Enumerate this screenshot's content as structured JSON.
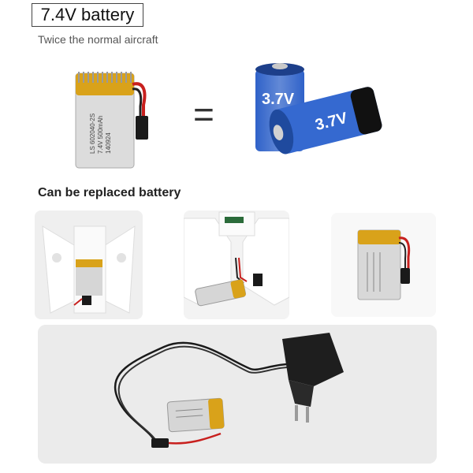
{
  "header": {
    "title": "7.4V battery",
    "subtitle": "Twice the normal aircraft"
  },
  "comparison": {
    "equals_sign": "=",
    "battery_label_lines": [
      "LS 602040-2S",
      "7.4V 500mAh",
      "140924"
    ],
    "cell_voltage_back": "3.7V",
    "cell_voltage_front": "3.7V"
  },
  "replacement": {
    "heading": "Can be replaced battery"
  },
  "colors": {
    "battery_gold": "#d9a21a",
    "battery_silver": "#d8d8d8",
    "cell_blue": "#2f62c9",
    "wire_red": "#c8201e",
    "charger_black": "#1e1e1e"
  }
}
